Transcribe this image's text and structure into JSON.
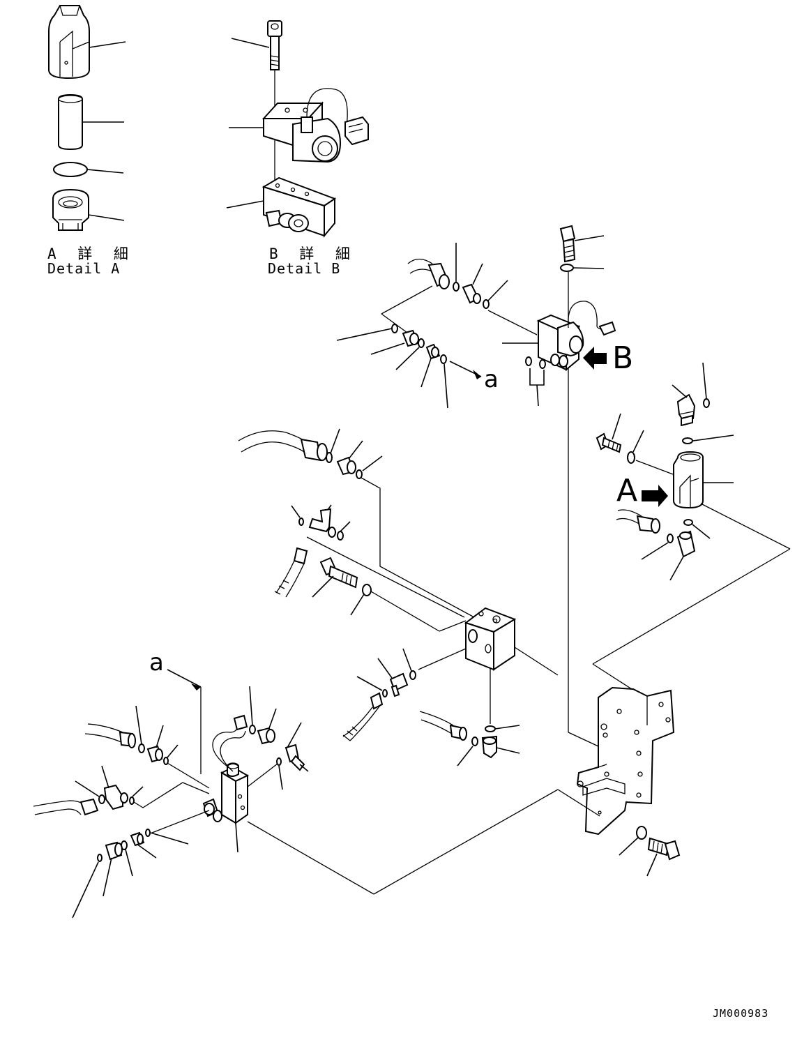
{
  "labels": {
    "detail_a_jp": "A 詳 細",
    "detail_a_en": "Detail A",
    "detail_b_jp": "B 詳 細",
    "detail_b_en": "Detail B",
    "arrow_a_big": "A",
    "arrow_b_big": "B",
    "connection_a_right": "a",
    "connection_a_left": "a",
    "drawing_code": "JM000983"
  },
  "icons": {
    "view_arrow": "filled-arrow-icon",
    "leader_arrow": "line-arrow-icon"
  },
  "colors": {
    "line": "#000000",
    "background": "#ffffff"
  }
}
